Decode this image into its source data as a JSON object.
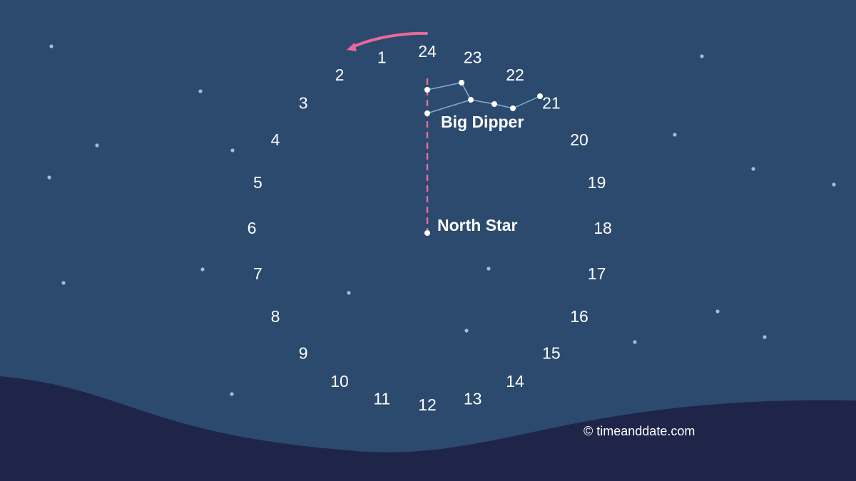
{
  "colors": {
    "sky": "#2c4a6e",
    "ground": "#1f2549",
    "bg_star": "#a9b6ea",
    "guide_line": "#e86a9a",
    "arrow": "#e86a9a",
    "constellation_line": "#7fb0d6",
    "constellation_star": "#ffffff"
  },
  "hour_labels": [
    "24",
    "1",
    "2",
    "3",
    "4",
    "5",
    "6",
    "7",
    "8",
    "9",
    "10",
    "11",
    "12",
    "13",
    "14",
    "15",
    "16",
    "17",
    "18",
    "19",
    "20",
    "21",
    "22",
    "23"
  ],
  "labels": {
    "north_star": "North Star",
    "big_dipper": "Big Dipper"
  },
  "credit": "© timeanddate.com",
  "icons": {
    "rotation_arrow": "counterclockwise-arrow-icon",
    "pointer": "dashed-pointer-line"
  }
}
